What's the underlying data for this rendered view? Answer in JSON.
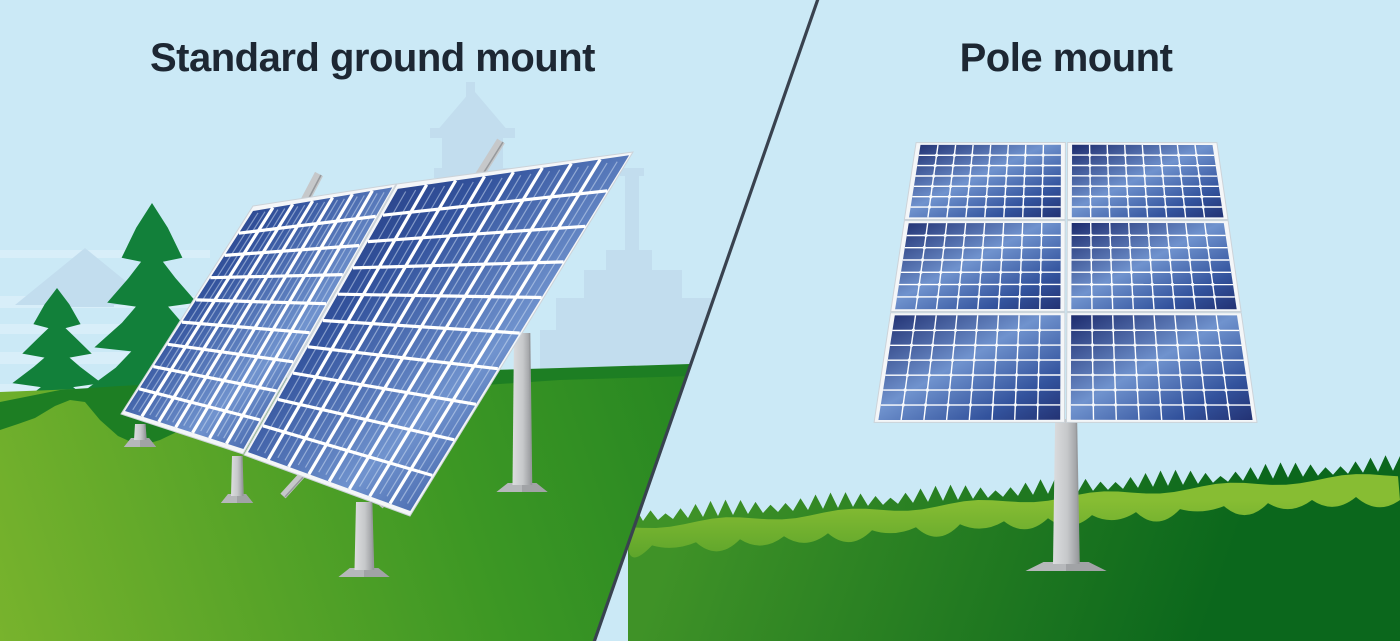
{
  "scenes": {
    "left": {
      "title": "Standard ground mount"
    },
    "right": {
      "title": "Pole mount"
    }
  },
  "ground_mount": {
    "panels": [
      {
        "columns": 7,
        "rows": 9
      },
      {
        "columns": 8,
        "rows": 10
      }
    ]
  },
  "pole_mount": {
    "module_columns": 2,
    "module_rows": 3,
    "cell_columns": 8,
    "cell_rows": 7
  },
  "colors": {
    "sky": "#cbe9f6",
    "silhouette": "#c2ddee",
    "silhouette_light": "#dbeef9",
    "tree": "#12803a",
    "hill_shadow": "#1d7e23",
    "field_top": "#1b7d21",
    "field_mid": "#3c9724",
    "field_bottom": "#78b32d",
    "grass_back_top": "#3f9227",
    "grass_back_bottom": "#0b671c",
    "grass_light_top": "#87bd33",
    "grass_light_bottom": "#4e9c28",
    "panel_dark": "#1d2c6e",
    "panel_mid": "#33539d",
    "panel_highlight": "#7093ce",
    "panel_deep": "#233273",
    "cell_line": "#ffffff",
    "pinstripe": "rgba(214,228,246,0.5)",
    "frame": "#f4f6f8",
    "frame_edge": "#ccd3d9",
    "metal_light": "#dcdddf",
    "metal_mid": "#c6c8ca",
    "metal_dark": "#97999c",
    "base_plate": "#b6b8bb",
    "base_shadow": "#96989b",
    "dot": "#f6f9fc",
    "divider": "#39424f",
    "title": "#1d2733"
  }
}
